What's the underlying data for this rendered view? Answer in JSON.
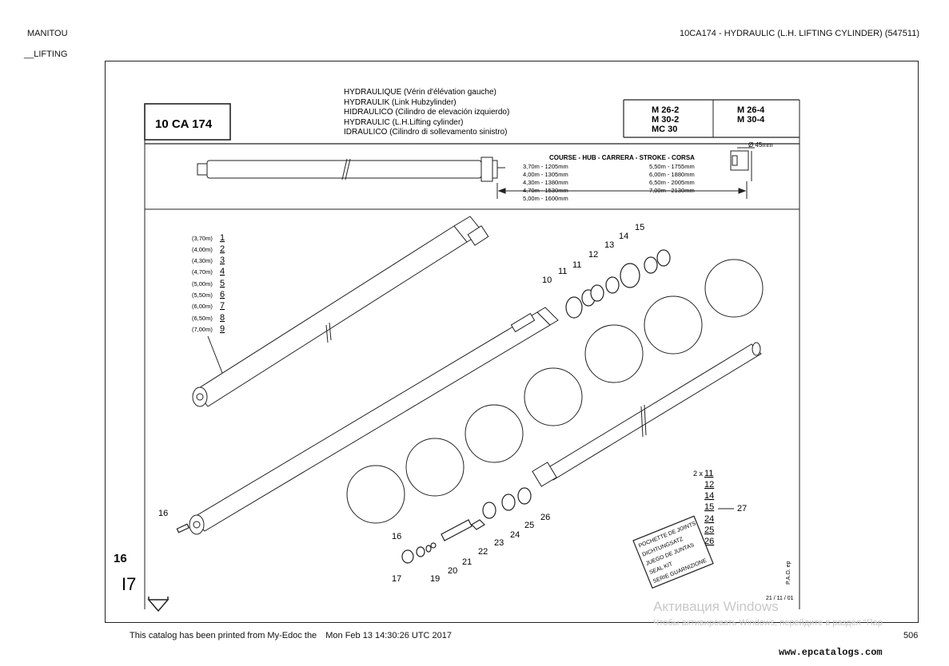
{
  "header": {
    "brand": "MANITOU",
    "section": "__LIFTING",
    "title": "10CA174 - HYDRAULIC (L.H. LIFTING CYLINDER) (547511)"
  },
  "sheet": {
    "code": "10 CA 174",
    "descriptions": [
      "HYDRAULIQUE (Vérin d'élévation gauche)",
      "HYDRAULIK (Link Hubzylinder)",
      "HIDRAULICO (Cilindro de elevación izquierdo)",
      "HYDRAULIC (L.H.Lifting cylinder)",
      "IDRAULICO (Cilindro di sollevamento sinistro)"
    ],
    "models_left": [
      "M 26-2",
      "M 30-2",
      "MC 30"
    ],
    "models_right": [
      "M 26-4",
      "M 30-4"
    ],
    "diameter": "Ø 45mm",
    "stroke_heading": "COURSE - HUB - CARRERA - STROKE - CORSA",
    "strokes_left": [
      "3,70m - 1205mm",
      "4,00m - 1305mm",
      "4,30m - 1380mm",
      "4,70m - 1530mm",
      "5,00m - 1600mm"
    ],
    "strokes_right": [
      "5,50m - 1755mm",
      "6,00m - 1880mm",
      "6,50m - 2005mm",
      "7,00m - 2130mm"
    ],
    "variants": [
      {
        "len": "(3,70m)",
        "num": "1"
      },
      {
        "len": "(4,00m)",
        "num": "2"
      },
      {
        "len": "(4,30m)",
        "num": "3"
      },
      {
        "len": "(4,70m)",
        "num": "4"
      },
      {
        "len": "(5,00m)",
        "num": "5"
      },
      {
        "len": "(5,50m)",
        "num": "6"
      },
      {
        "len": "(6,00m)",
        "num": "7"
      },
      {
        "len": "(6,50m)",
        "num": "8"
      },
      {
        "len": "(7,00m)",
        "num": "9"
      }
    ],
    "part_labels": {
      "p10": "10",
      "p11a": "11",
      "p11b": "11",
      "p12": "12",
      "p13": "13",
      "p14": "14",
      "p15": "15",
      "p16a": "16",
      "p16b": "16",
      "p17": "17",
      "p19": "19",
      "p20": "20",
      "p21": "21",
      "p22": "22",
      "p23": "23",
      "p24": "24",
      "p25": "25",
      "p26": "26",
      "p27": "27"
    },
    "kit_multiplier": "2 x",
    "kit_items": [
      "11",
      "12",
      "14",
      "15",
      "24",
      "25",
      "26"
    ],
    "seal_kit_lines": [
      "POCHETTE DE JOINTS",
      "DICHTUNGSATZ",
      "JUEGO DE JUNTAS",
      "SEAL KIT",
      "SERIE GUARNIZIONE"
    ],
    "page_mark_16": "16",
    "page_mark_17": "I7",
    "date": "21 / 11 / 01",
    "pao": "P.A.O. ep"
  },
  "footer": {
    "printed": "This catalog has been printed from My-Edoc the",
    "printed_date": "Mon Feb 13 14:30:26 UTC 2017",
    "page": "506",
    "site": "www.epcatalogs.com"
  },
  "watermark": {
    "line1": "Активация Windows",
    "line2": "Чтобы активировать Windows, перейдите в раздел \"Пар"
  }
}
